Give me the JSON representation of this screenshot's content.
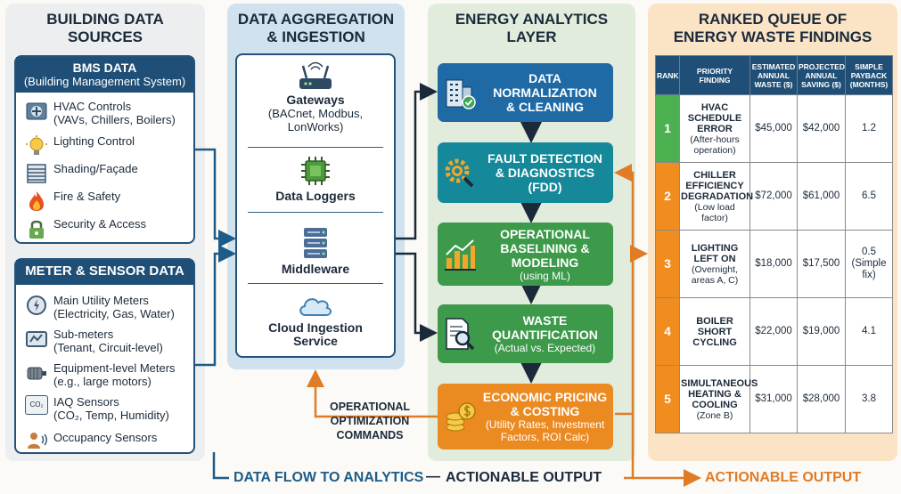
{
  "columns": {
    "sources": {
      "title_line1": "BUILDING DATA",
      "title_line2": "SOURCES"
    },
    "aggregation": {
      "title_line1": "DATA AGGREGATION",
      "title_line2": "& INGESTION"
    },
    "analytics": {
      "title_line1": "ENERGY ANALYTICS",
      "title_line2": "LAYER"
    },
    "queue": {
      "title_line1": "RANKED QUEUE OF",
      "title_line2": "ENERGY WASTE FINDINGS"
    }
  },
  "bms": {
    "title": "BMS DATA",
    "subtitle": "(Building Management System)",
    "items": [
      {
        "line1": "HVAC Controls",
        "line2": "(VAVs, Chillers, Boilers)",
        "icon": "hvac-icon"
      },
      {
        "line1": "Lighting Control",
        "line2": "",
        "icon": "lightbulb-icon"
      },
      {
        "line1": "Shading/Façade",
        "line2": "",
        "icon": "shading-icon"
      },
      {
        "line1": "Fire & Safety",
        "line2": "",
        "icon": "flame-icon"
      },
      {
        "line1": "Security & Access",
        "line2": "",
        "icon": "lock-icon"
      }
    ]
  },
  "meters": {
    "title": "METER & SENSOR DATA",
    "items": [
      {
        "line1": "Main Utility Meters",
        "line2": "(Electricity, Gas, Water)",
        "icon": "meter-icon"
      },
      {
        "line1": "Sub-meters",
        "line2": "(Tenant, Circuit-level)",
        "icon": "submeter-icon"
      },
      {
        "line1": "Equipment-level Meters",
        "line2": "(e.g., large motors)",
        "icon": "motor-icon"
      },
      {
        "line1": "IAQ Sensors",
        "line2": "(CO₂, Temp, Humidity)",
        "icon": "iaq-icon"
      },
      {
        "line1": "Occupancy Sensors",
        "line2": "",
        "icon": "occupancy-icon"
      }
    ],
    "iaq_icon_text": "CO₂"
  },
  "aggregation": {
    "gateways": {
      "title": "Gateways",
      "detail1": "(BACnet, Modbus,",
      "detail2": "LonWorks)"
    },
    "loggers": {
      "title": "Data Loggers"
    },
    "middleware": {
      "title": "Middleware"
    },
    "cloud": {
      "title1": "Cloud Ingestion",
      "title2": "Service"
    }
  },
  "analytics": [
    {
      "line1": "DATA",
      "line2": "NORMALIZATION",
      "line3": "& CLEANING",
      "sub": "",
      "color": "#1f6aa5"
    },
    {
      "line1": "FAULT DETECTION",
      "line2": "& DIAGNOSTICS",
      "line3": "(FDD)",
      "sub": "",
      "color": "#15889a"
    },
    {
      "line1": "OPERATIONAL",
      "line2": "BASELINING &",
      "line3": "MODELING",
      "sub": "(using ML)",
      "color": "#3c9a4a"
    },
    {
      "line1": "WASTE",
      "line2": "QUANTIFICATION",
      "line3": "",
      "sub": "(Actual vs. Expected)",
      "color": "#3c9a4a"
    },
    {
      "line1": "ECONOMIC PRICING",
      "line2": "& COSTING",
      "line3": "",
      "sub": "(Utility Rates, Investment Factors, ROI Calc)",
      "color": "#ec8a22"
    }
  ],
  "table": {
    "headers": [
      "RANK",
      "PRIORITY FINDING",
      "ESTIMATED ANNUAL WASTE ($)",
      "PROJECTED ANNUAL SAVING ($)",
      "SIMPLE PAYBACK (MONTHS)"
    ],
    "rows": [
      {
        "rank": "1",
        "finding": "HVAC SCHEDULE ERROR",
        "detail": "(After-hours operation)",
        "waste": "$45,000",
        "saving": "$42,000",
        "payback": "1.2",
        "payback_note": "",
        "color": "#4caf50"
      },
      {
        "rank": "2",
        "finding": "CHILLER EFFICIENCY DEGRADATION",
        "detail": "(Low load factor)",
        "waste": "$72,000",
        "saving": "$61,000",
        "payback": "6.5",
        "payback_note": "",
        "color": "#f08d1e"
      },
      {
        "rank": "3",
        "finding": "LIGHTING LEFT ON",
        "detail": "(Overnight, areas A, C)",
        "waste": "$18,000",
        "saving": "$17,500",
        "payback": "0.5",
        "payback_note": "(Simple fix)",
        "color": "#f08d1e"
      },
      {
        "rank": "4",
        "finding": "BOILER SHORT CYCLING",
        "detail": "",
        "waste": "$22,000",
        "saving": "$19,000",
        "payback": "4.1",
        "payback_note": "",
        "color": "#f08d1e"
      },
      {
        "rank": "5",
        "finding": "SIMULTANEOUS HEATING & COOLING",
        "detail": "(Zone B)",
        "waste": "$31,000",
        "saving": "$28,000",
        "payback": "3.8",
        "payback_note": "",
        "color": "#f08d1e"
      }
    ]
  },
  "labels": {
    "commands1": "OPERATIONAL",
    "commands2": "OPTIMIZATION",
    "commands3": "COMMANDS",
    "flow": "DATA FLOW TO ANALYTICS",
    "dash": "—",
    "actionable_center": "ACTIONABLE OUTPUT",
    "actionable_right": "ACTIONABLE OUTPUT"
  },
  "colors": {
    "navy": "#1f4f76",
    "orange": "#e07b26",
    "blue_flow": "#1d5c8a"
  }
}
